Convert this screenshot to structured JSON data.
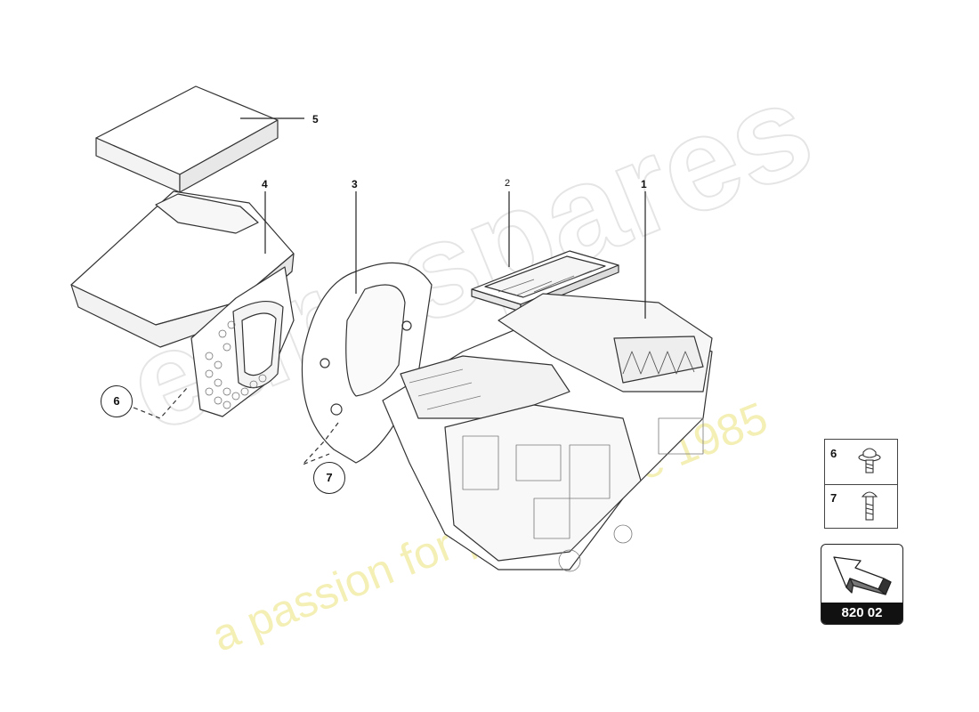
{
  "diagram": {
    "callouts": [
      "1",
      "2",
      "3",
      "4",
      "5"
    ],
    "circled_callouts": [
      "6",
      "7"
    ],
    "legend": [
      {
        "number": "6",
        "part": "flanged-screw-icon"
      },
      {
        "number": "7",
        "part": "bolt-icon"
      }
    ],
    "reference_code": "820 02",
    "reference_icon": "arrow-icon"
  },
  "watermark": {
    "main": "eurospares",
    "sub": "a passion for parts since 1985"
  },
  "colors": {
    "line": "#333333",
    "watermark_outline": "#d8d8d8",
    "watermark_sub": "#efe59a"
  }
}
